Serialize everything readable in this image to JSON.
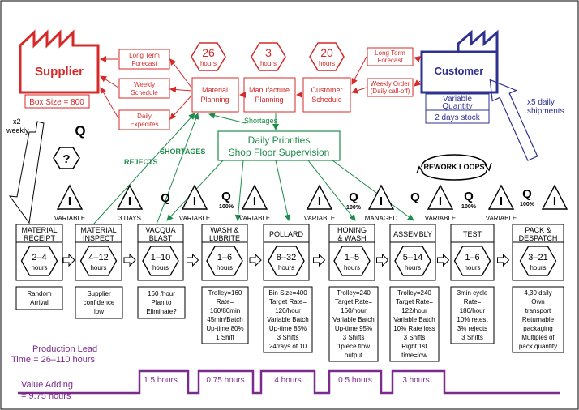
{
  "supplier": {
    "label": "Supplier",
    "box_size": "Box Size = 800",
    "frequency": [
      "x2",
      "weekly"
    ],
    "unknown": "?"
  },
  "customer": {
    "label": "Customer",
    "variable_quantity": [
      "Variable",
      "Quantity"
    ],
    "stock": "2 days stock",
    "shipments": [
      "x5 daily",
      "shipments"
    ]
  },
  "planning": {
    "material": [
      "Material",
      "Planning"
    ],
    "manufacture": [
      "Manufacture",
      "Planning"
    ],
    "customer_schedule": [
      "Customer",
      "Schedule"
    ],
    "supplier_flows": [
      [
        "Long Term",
        "Forecast"
      ],
      [
        "Weekly",
        "Schedule"
      ],
      [
        "Daily",
        "Expedites"
      ]
    ],
    "customer_flows": [
      [
        "Long Term",
        "Forecast"
      ],
      [
        "Weekly Order",
        "(Daily call-off)"
      ]
    ],
    "lead_times": [
      {
        "value": "26",
        "unit": "hours"
      },
      {
        "value": "3",
        "unit": "hours"
      },
      {
        "value": "20",
        "unit": "hours"
      }
    ],
    "shortages_label": "Shortages"
  },
  "shopfloor": {
    "title": [
      "Daily Priorities",
      "Shop Floor Supervision"
    ],
    "rejects": "REJECTS",
    "shortages": "SHORTAGES",
    "rework": "REWORK LOOPS"
  },
  "markers": {
    "inventory": "I",
    "quality": "Q",
    "q100": "100%",
    "unit": "hours"
  },
  "inventory_labels": [
    "VARIABLE",
    "3 DAYS",
    "VARIABLE",
    "VARIABLE",
    "VARIABLE",
    "MANAGED",
    "VARIABLE",
    "VARIABLE"
  ],
  "processes": [
    {
      "name": [
        "MATERIAL",
        "RECEIPT"
      ],
      "time": "2–4",
      "data": [
        "Random",
        "Arrival"
      ]
    },
    {
      "name": [
        "MATERIAL",
        "INSPECT"
      ],
      "time": "4–12",
      "data": [
        "Supplier",
        "confidence",
        "low"
      ]
    },
    {
      "name": [
        "VACQUA",
        "BLAST"
      ],
      "time": "1–10",
      "data": [
        "160 /hour",
        "Plan to",
        "Eliminate?"
      ]
    },
    {
      "name": [
        "WASH &",
        "LUBRITE"
      ],
      "time": "1–6",
      "data": [
        "Trolley=160",
        "Rate=",
        "160/80min",
        "45min/Batch",
        "Up-time 80%",
        "1 Shift"
      ]
    },
    {
      "name": [
        "POLLARD"
      ],
      "time": "8–32",
      "data": [
        "Bin Size=400",
        "Target Rate=",
        "120/hour",
        "Variable Batch",
        "Up-time 85%",
        "3 Shifts",
        "24trays of 10"
      ]
    },
    {
      "name": [
        "HONING",
        "& WASH"
      ],
      "time": "1–5",
      "data": [
        "Trolley=240",
        "Target Rate=",
        "160/hour",
        "Variable Batch",
        "Up-time 95%",
        "3 Shifts",
        "1piece flow",
        "output"
      ]
    },
    {
      "name": [
        "ASSEMBLY"
      ],
      "time": "5–14",
      "data": [
        "Trolley=240",
        "Target Rate=",
        "122/hour",
        "Variable Batch",
        "10% Rate loss",
        "3 Shifts",
        "Right 1st",
        "time=low"
      ]
    },
    {
      "name": [
        "TEST"
      ],
      "time": "1–6",
      "data": [
        "3min cycle",
        "Rate=",
        "180/hour",
        "10% retest",
        "3% rejects",
        "3 Shifts"
      ]
    },
    {
      "name": [
        "PACK &",
        "DESPATCH"
      ],
      "time": "3–21",
      "data": [
        "4,30 daily",
        "Own",
        "transport",
        "Returnable",
        "packaging",
        "Multiples of",
        "pack quantity"
      ]
    }
  ],
  "summary": {
    "production_lead": [
      "Production Lead",
      "Time = 26–110 hours"
    ],
    "value_adding": [
      "Value Adding",
      "= 9.75 hours"
    ],
    "timeline": [
      "1.5 hours",
      "0.75 hours",
      "4 hours",
      "0.5 hours",
      "3 hours"
    ]
  },
  "colors": {
    "red": "#d42a2a",
    "green": "#1e8c4a",
    "blue": "#2e3190",
    "purple": "#7a2b8c",
    "black": "#000000"
  }
}
